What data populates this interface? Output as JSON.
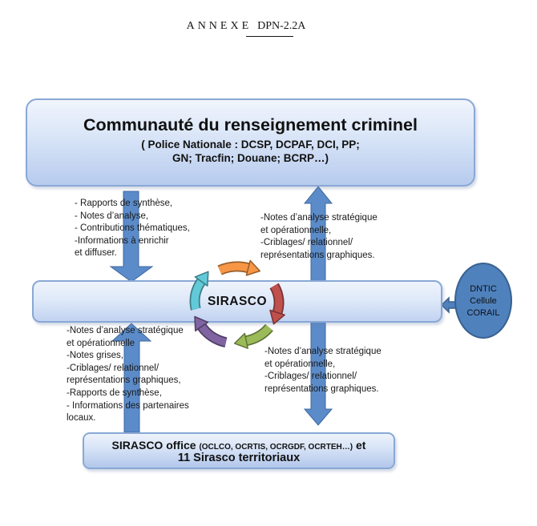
{
  "page": {
    "annexe_label": "ANNEXE",
    "annexe_ref": "DPN-2.2A"
  },
  "diagram": {
    "top_box": {
      "title": "Communauté du renseignement criminel",
      "subtitle_line1": "( Police Nationale : DCSP, DCPAF, DCI, PP;",
      "subtitle_line2": "GN; Tracfin; Douane; BCRP…)"
    },
    "center_box": {
      "label": "SIRASCO"
    },
    "bottom_box": {
      "title_main": "SIRASCO office",
      "title_detail": "(OCLCO, OCRTIS, OCRGDF, OCRTEH…)",
      "title_suffix": "et",
      "line2": "11 Sirasco territoriaux"
    },
    "side_node": {
      "line1": "DNTIC",
      "line2": "Cellule",
      "line3": "CORAIL"
    },
    "labels": {
      "upper_left": [
        "- Rapports de synthèse,",
        "- Notes d’analyse,",
        "- Contributions  thématiques,",
        "-Informations à enrichir",
        "et diffuser."
      ],
      "upper_right": [
        "-Notes d’analyse  stratégique",
        "et opérationnelle,",
        "-Criblages/ relationnel/",
        "représentations graphiques."
      ],
      "lower_left": [
        "-Notes d’analyse  stratégique",
        "et opérationnelle",
        "-Notes grises,",
        "-Criblages/ relationnel/",
        "représentations graphiques,",
        "-Rapports de synthèse,",
        "- Informations des partenaires",
        "locaux."
      ],
      "lower_right": [
        "-Notes d’analyse  stratégique",
        "et opérationnelle,",
        "-Criblages/ relationnel/",
        "représentations graphiques."
      ]
    },
    "colors": {
      "big_arrow": "#5b8bc9",
      "big_arrow_border": "#3e699f",
      "node_fill": "#4f81bd",
      "node_border": "#38618f",
      "box_border": "#89a8d6",
      "cycle_orange": "#f79646",
      "cycle_red": "#c0504d",
      "cycle_green": "#9bbb59",
      "cycle_purple": "#8064a2",
      "cycle_cyan": "#62c9d8"
    }
  }
}
